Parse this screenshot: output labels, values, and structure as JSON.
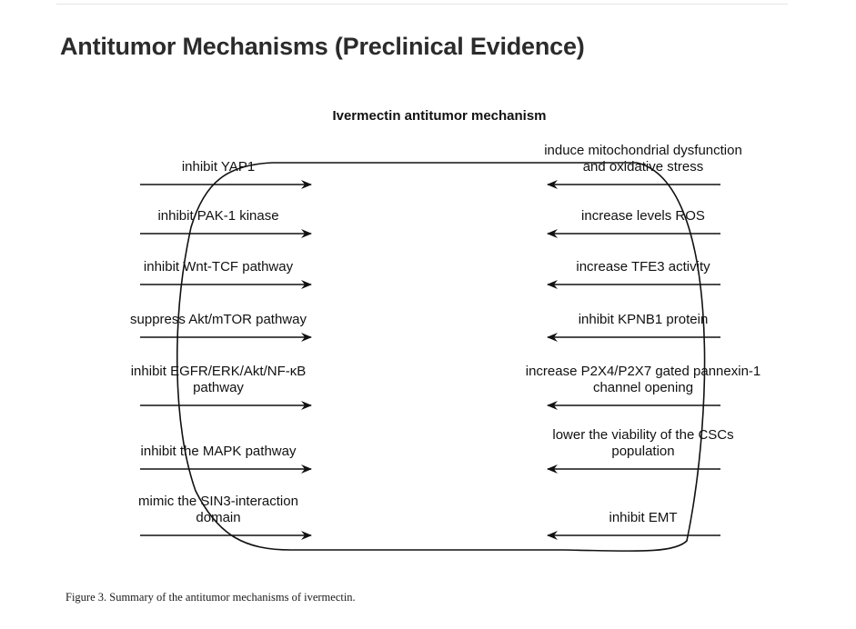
{
  "page": {
    "heading": "Antitumor Mechanisms (Preclinical Evidence)",
    "caption": "Figure 3. Summary of the antitumor mechanisms of ivermectin."
  },
  "diagram": {
    "title": "Ivermectin antitumor mechanism",
    "left": [
      {
        "lines": [
          "inhibit YAP1"
        ]
      },
      {
        "lines": [
          "inhibit PAK-1 kinase"
        ]
      },
      {
        "lines": [
          "inhibit Wnt-TCF pathway"
        ]
      },
      {
        "lines": [
          "suppress Akt/mTOR pathway"
        ]
      },
      {
        "lines": [
          "inhibit EGFR/ERK/Akt/NF-κB",
          "pathway"
        ]
      },
      {
        "lines": [
          "inhibit the MAPK pathway"
        ]
      },
      {
        "lines": [
          "mimic the SIN3-interaction",
          "domain"
        ]
      }
    ],
    "right": [
      {
        "lines": [
          "induce mitochondrial dysfunction",
          "and oxidative stress"
        ]
      },
      {
        "lines": [
          "increase levels ROS"
        ]
      },
      {
        "lines": [
          "increase TFE3 activity"
        ]
      },
      {
        "lines": [
          "inhibit KPNB1 protein"
        ]
      },
      {
        "lines": [
          "increase P2X4/P2X7 gated pannexin-1",
          "channel opening"
        ]
      },
      {
        "lines": [
          "lower the viability of the CSCs",
          "population"
        ]
      },
      {
        "lines": [
          "inhibit EMT"
        ]
      }
    ]
  }
}
